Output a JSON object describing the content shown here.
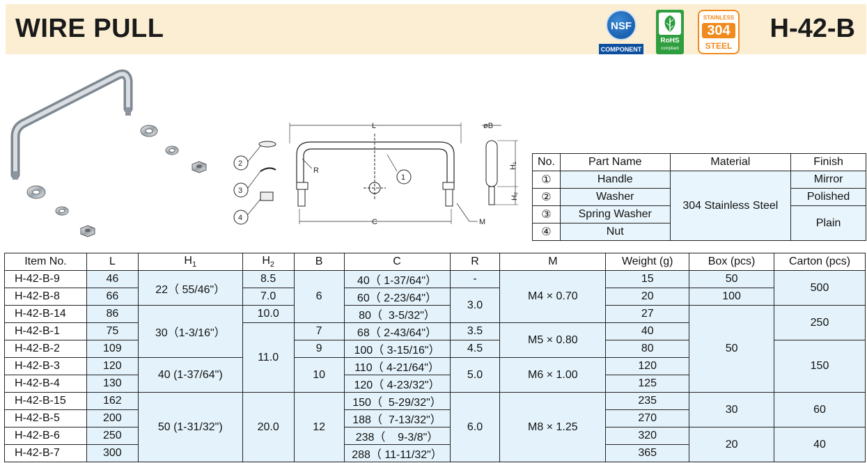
{
  "header": {
    "title": "WIRE PULL",
    "model": "H-42-B",
    "badges": {
      "nsf_top": "NSF",
      "nsf_bottom": "COMPONENT",
      "rohs": "RoHS",
      "rohs_sub": "compliant",
      "steel_top": "STAINLESS",
      "steel_mid": "304",
      "steel_bottom": "STEEL"
    }
  },
  "drawing": {
    "dim_L": "L",
    "dim_C": "C",
    "dim_R": "R",
    "dim_M": "M",
    "dim_B": "øB",
    "dim_H1": "H₁",
    "dim_H2": "H₂",
    "callout_1": "1",
    "callout_2": "2",
    "callout_3": "3",
    "callout_4": "4"
  },
  "parts_table": {
    "headers": [
      "No.",
      "Part Name",
      "Material",
      "Finish"
    ],
    "rows": [
      {
        "no": "①",
        "name": "Handle"
      },
      {
        "no": "②",
        "name": "Washer"
      },
      {
        "no": "③",
        "name": "Spring Washer"
      },
      {
        "no": "④",
        "name": "Nut"
      }
    ],
    "material": "304 Stainless Steel",
    "finish_1": "Mirror",
    "finish_2": "Polished",
    "finish_3": "Plain"
  },
  "spec_table": {
    "headers": {
      "item": "Item No.",
      "L": "L",
      "H1": "H",
      "H1_sub": "1",
      "H2": "H",
      "H2_sub": "2",
      "B": "B",
      "C": "C",
      "R": "R",
      "M": "M",
      "weight": "Weight (g)",
      "box": "Box (pcs)",
      "carton": "Carton (pcs)"
    },
    "items": [
      "H-42-B-9",
      "H-42-B-8",
      "H-42-B-14",
      "H-42-B-1",
      "H-42-B-2",
      "H-42-B-3",
      "H-42-B-4",
      "H-42-B-15",
      "H-42-B-5",
      "H-42-B-6",
      "H-42-B-7"
    ],
    "L": [
      "46",
      "66",
      "86",
      "75",
      "109",
      "120",
      "130",
      "162",
      "200",
      "250",
      "300"
    ],
    "H1": [
      "22（ 55/46\"）",
      "30（1-3/16\"）",
      "40 (1-37/64\")",
      "50 (1-31/32\")"
    ],
    "H2": [
      "8.5",
      "7.0",
      "10.0",
      "11.0",
      "20.0"
    ],
    "B": [
      "6",
      "7",
      "9",
      "10",
      "12"
    ],
    "C": [
      "40（ 1-37/64\"）",
      "60（ 2-23/64\"）",
      "80（  3-5/32\"）",
      "68（ 2-43/64\"）",
      "100（ 3-15/16\"）",
      "110（ 4-21/64\"）",
      "120（ 4-23/32\"）",
      "150（  5-29/32\"）",
      "188（  7-13/32\"）",
      "238（    9-3/8\"）",
      "288（ 11-11/32\"）"
    ],
    "R": [
      "-",
      "3.0",
      "3.5",
      "4.5",
      "5.0",
      "6.0"
    ],
    "M": [
      "M4 × 0.70",
      "M5 × 0.80",
      "M6 × 1.00",
      "M8 × 1.25"
    ],
    "weight": [
      "15",
      "20",
      "27",
      "40",
      "80",
      "120",
      "125",
      "235",
      "270",
      "320",
      "365"
    ],
    "box": [
      "50",
      "100",
      "50",
      "30",
      "20"
    ],
    "carton": [
      "500",
      "250",
      "150",
      "60",
      "40"
    ]
  }
}
